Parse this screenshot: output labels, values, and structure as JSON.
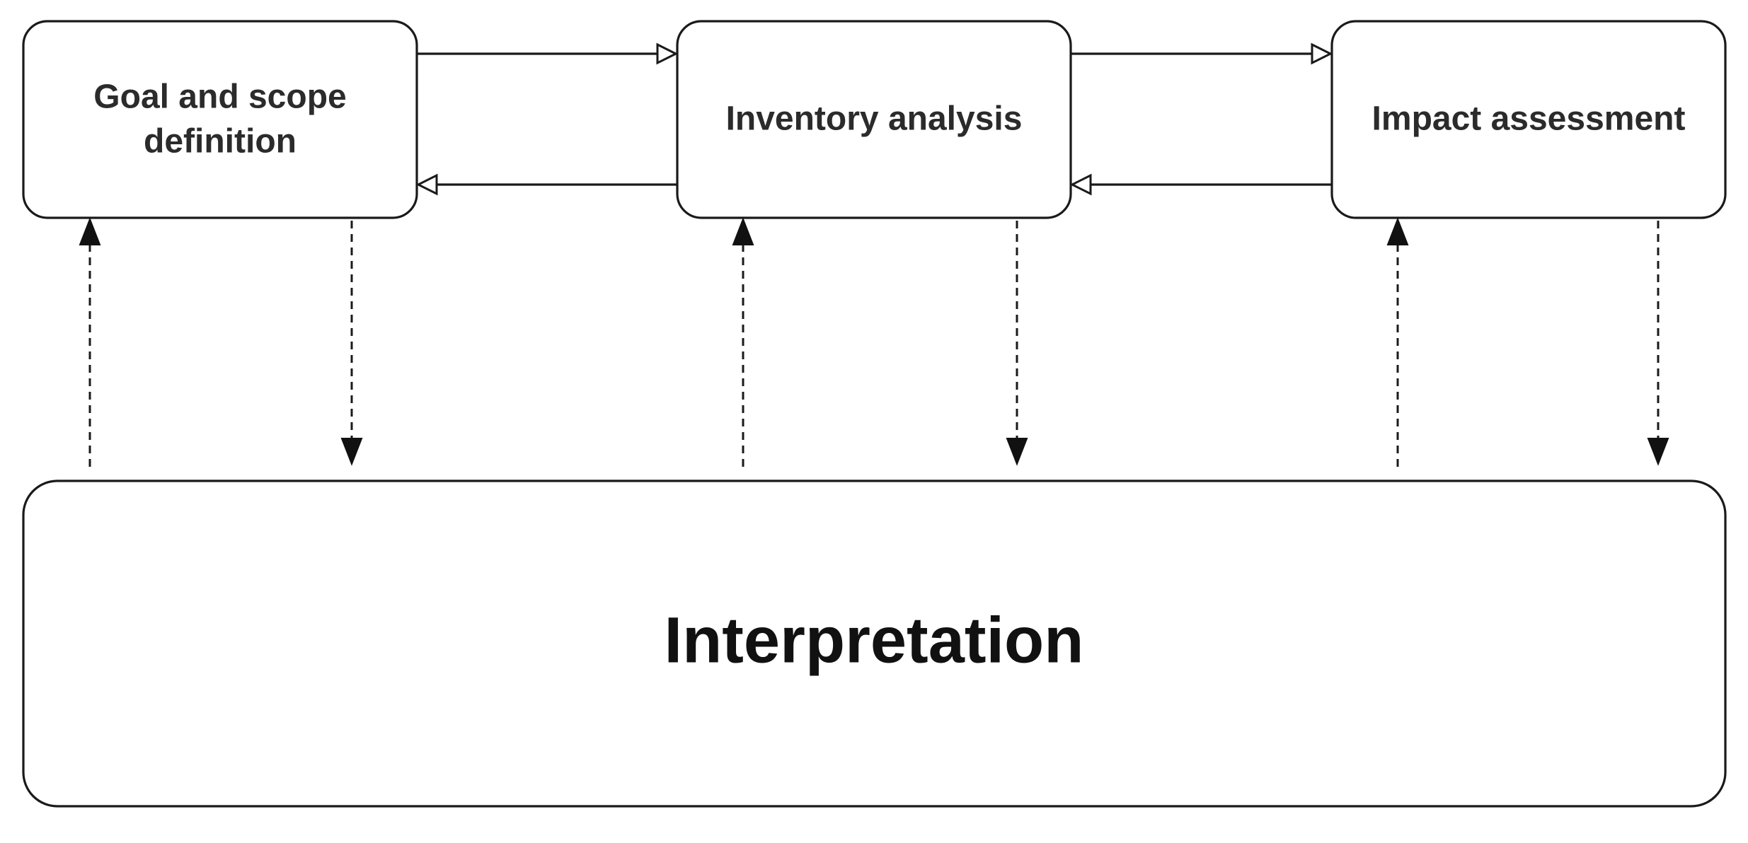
{
  "diagram": {
    "nodes": {
      "goal_scope": {
        "line1": "Goal and scope",
        "line2": "definition"
      },
      "inventory": {
        "label": "Inventory analysis"
      },
      "impact": {
        "label": "Impact assessment"
      },
      "interpretation": {
        "label": "Interpretation"
      }
    },
    "edges": [
      {
        "from": "goal_scope",
        "to": "inventory",
        "style": "solid",
        "head": "open"
      },
      {
        "from": "inventory",
        "to": "goal_scope",
        "style": "solid",
        "head": "open"
      },
      {
        "from": "inventory",
        "to": "impact",
        "style": "solid",
        "head": "open"
      },
      {
        "from": "impact",
        "to": "inventory",
        "style": "solid",
        "head": "open"
      },
      {
        "from": "interpretation",
        "to": "goal_scope",
        "style": "dashed",
        "head": "filled"
      },
      {
        "from": "goal_scope",
        "to": "interpretation",
        "style": "dashed",
        "head": "filled"
      },
      {
        "from": "interpretation",
        "to": "inventory",
        "style": "dashed",
        "head": "filled"
      },
      {
        "from": "inventory",
        "to": "interpretation",
        "style": "dashed",
        "head": "filled"
      },
      {
        "from": "interpretation",
        "to": "impact",
        "style": "dashed",
        "head": "filled"
      },
      {
        "from": "impact",
        "to": "interpretation",
        "style": "dashed",
        "head": "filled"
      }
    ],
    "colors": {
      "stroke": "#1a1a1a",
      "text": "#2b2b2b",
      "background": "#ffffff"
    }
  }
}
